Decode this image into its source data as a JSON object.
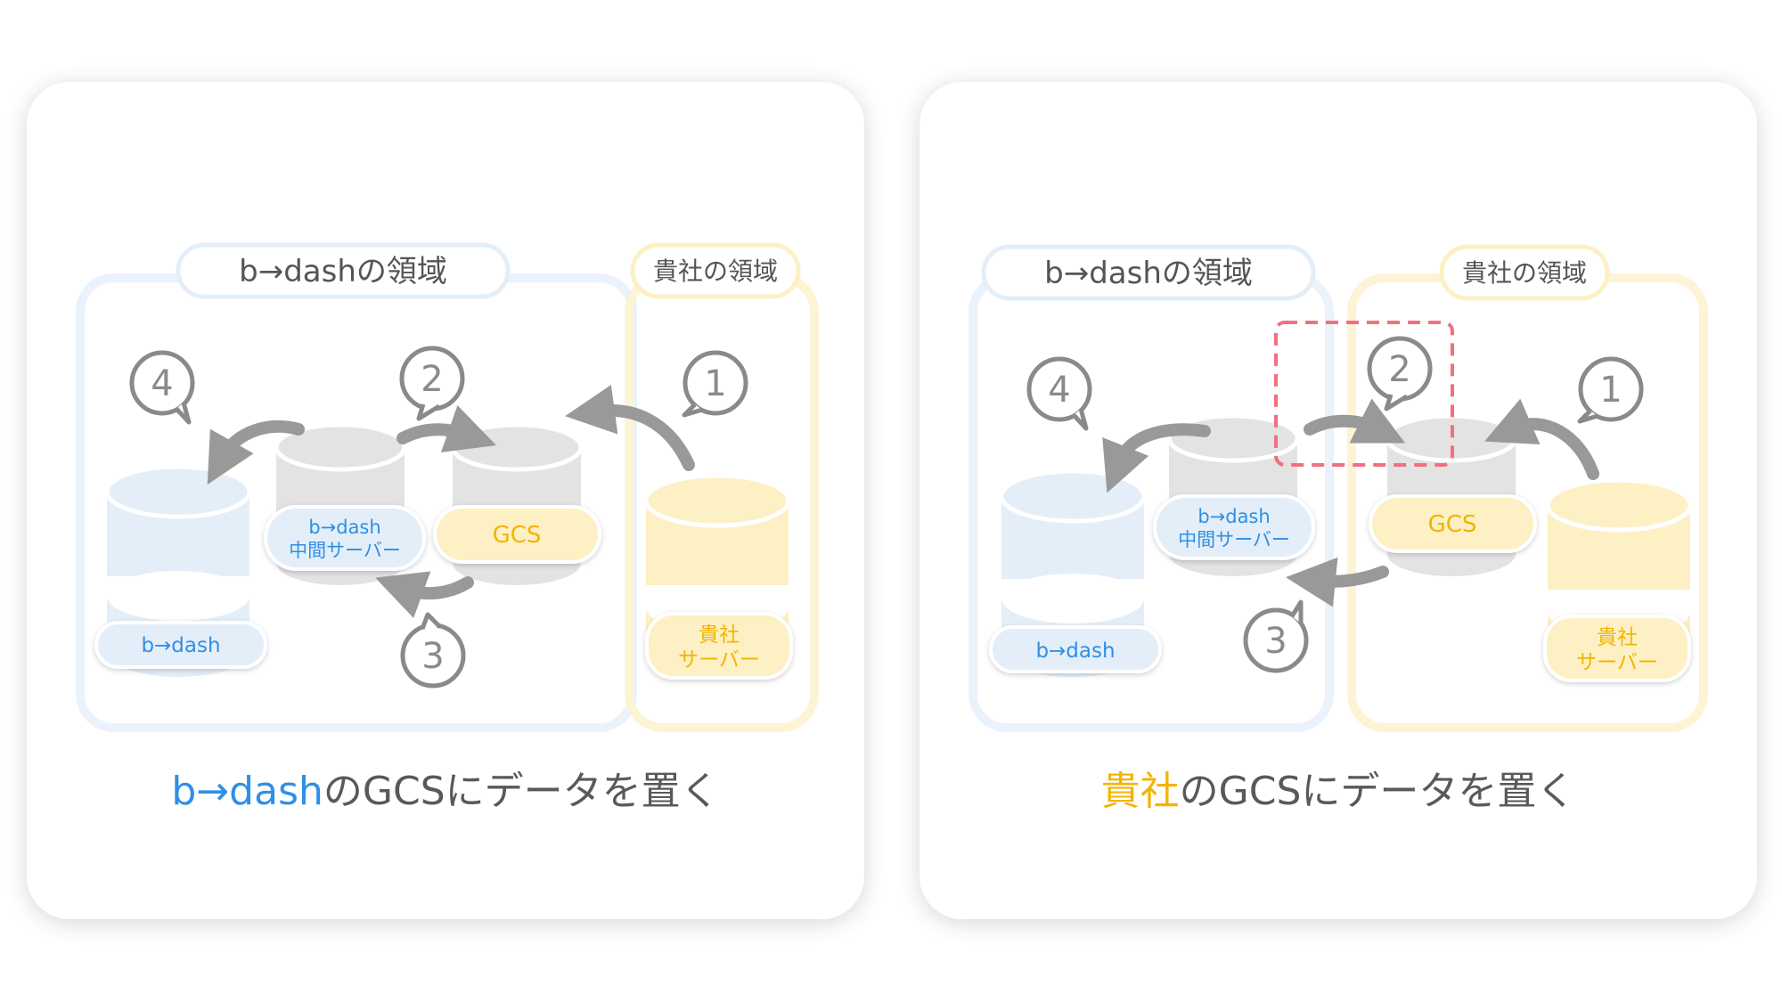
{
  "panels": [
    {
      "bdash_region_label": "b→dashの領域",
      "client_region_label": "貴社の領域",
      "steps": [
        "4",
        "2",
        "1",
        "3"
      ],
      "nodes": {
        "bdash": "b→dash",
        "middle_line1": "b→dash",
        "middle_line2": "中間サーバー",
        "gcs": "GCS",
        "client_line1": "貴社",
        "client_line2": "サーバー"
      },
      "caption": {
        "highlight": "b→dash",
        "rest": "のGCSにデータを置く"
      }
    },
    {
      "bdash_region_label": "b→dashの領域",
      "client_region_label": "貴社の領域",
      "steps": [
        "4",
        "2",
        "1",
        "3"
      ],
      "nodes": {
        "bdash": "b→dash",
        "middle_line1": "b→dash",
        "middle_line2": "中間サーバー",
        "gcs": "GCS",
        "client_line1": "貴社",
        "client_line2": "サーバー"
      },
      "caption": {
        "highlight": "貴社",
        "rest": "のGCSにデータを置く"
      }
    }
  ],
  "colors": {
    "blue": "#2f8fe6",
    "blue_fill": "#e3eef9",
    "gold": "#f3b400",
    "gold_fill": "#fdf0c4",
    "gray_db": "#e3e3e3",
    "arrow_gray": "#999999",
    "highlight_red": "#f07080"
  }
}
